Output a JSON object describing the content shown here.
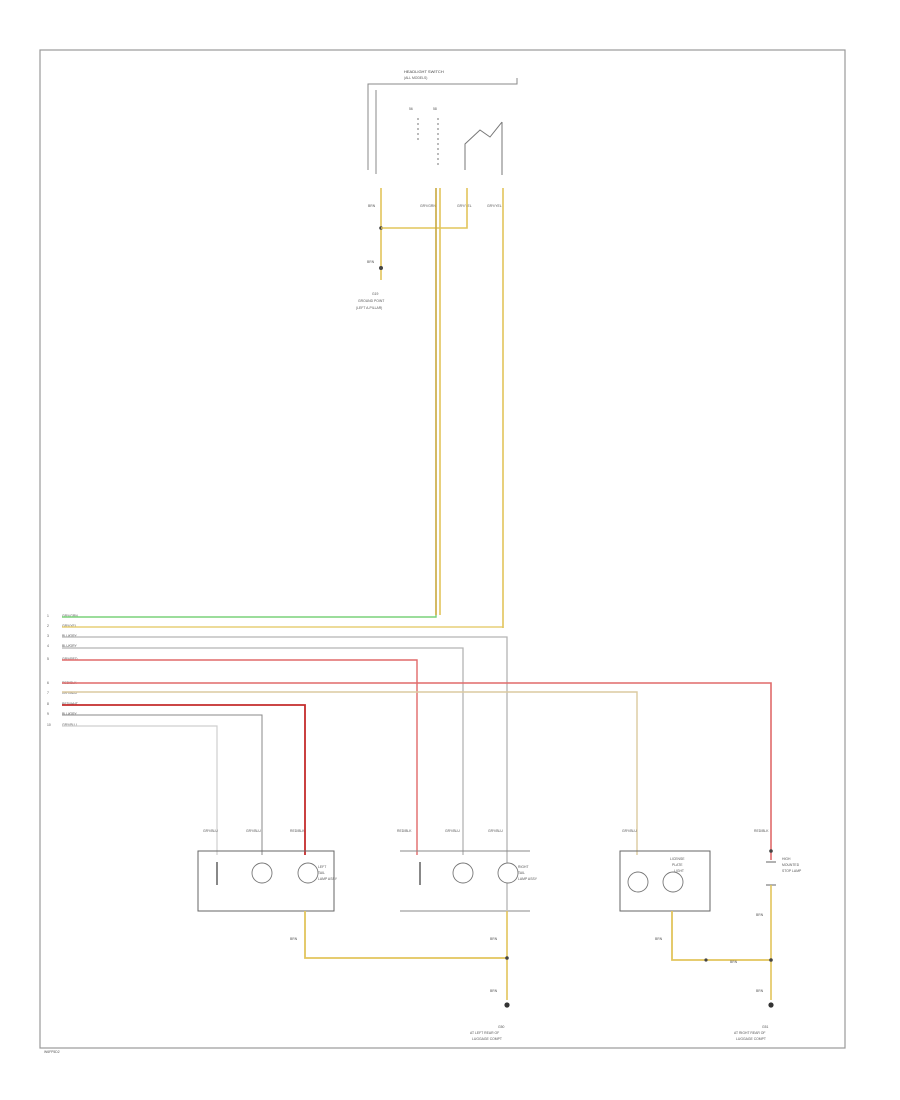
{
  "colors": {
    "green": "#7ad27a",
    "yellow": "#e2c55c",
    "gray": "#b4b4b4",
    "red": "#e06a6a",
    "red_dark": "#c42c2c",
    "tan": "#dccaa0",
    "black": "#555555",
    "frame": "#999999"
  },
  "diagram_id": "W6FP5D2",
  "switch": {
    "title_line1": "HEADLIGHT SWITCH",
    "title_line2": "(ALL MODELS)",
    "pin_labels": [
      "56",
      "58"
    ]
  },
  "ground_top": {
    "label_line1": "G19",
    "label_line2": "GROUND POINT",
    "label_line3": "(LEFT A-PILLAR)"
  },
  "harness_rows": [
    {
      "num": "1",
      "code": "GRY/GRN"
    },
    {
      "num": "2",
      "code": "GRY/YEL"
    },
    {
      "num": "3",
      "code": "BLU/GRY"
    },
    {
      "num": "4",
      "code": "BLU/GRY"
    },
    {
      "num": "5",
      "code": "GRY/RED"
    },
    {
      "num": "6",
      "code": "RED/BLK"
    },
    {
      "num": "7",
      "code": "GRY/BLU"
    },
    {
      "num": "8",
      "code": "RED/WHT"
    },
    {
      "num": "9",
      "code": "BLU/GRY"
    },
    {
      "num": "10",
      "code": "GRY/BLU"
    }
  ],
  "components": {
    "left_tail": {
      "line1": "LEFT",
      "line2": "TAIL",
      "line3": "LAMP ASSY"
    },
    "right_tail": {
      "line1": "RIGHT",
      "line2": "TAIL",
      "line3": "LAMP ASSY"
    },
    "license": {
      "line1": "LICENSE",
      "line2": "PLATE",
      "line3": "LIGHT"
    },
    "hmsl": {
      "line1": "HIGH",
      "line2": "MOUNTED",
      "line3": "STOP LAMP"
    }
  },
  "wire_tags": {
    "brn": "BRN",
    "gry_grn": "GRY/GRN",
    "gry_yel": "GRY/YEL",
    "red_blk": "RED/BLK",
    "gry_blu": "GRY/BLU"
  },
  "ground_bottom_left": {
    "line1": "G50",
    "line2": "AT LEFT REAR OF",
    "line3": "LUGGAGE COMPT"
  },
  "ground_bottom_right": {
    "line1": "G51",
    "line2": "AT RIGHT REAR OF",
    "line3": "LUGGAGE COMPT"
  }
}
